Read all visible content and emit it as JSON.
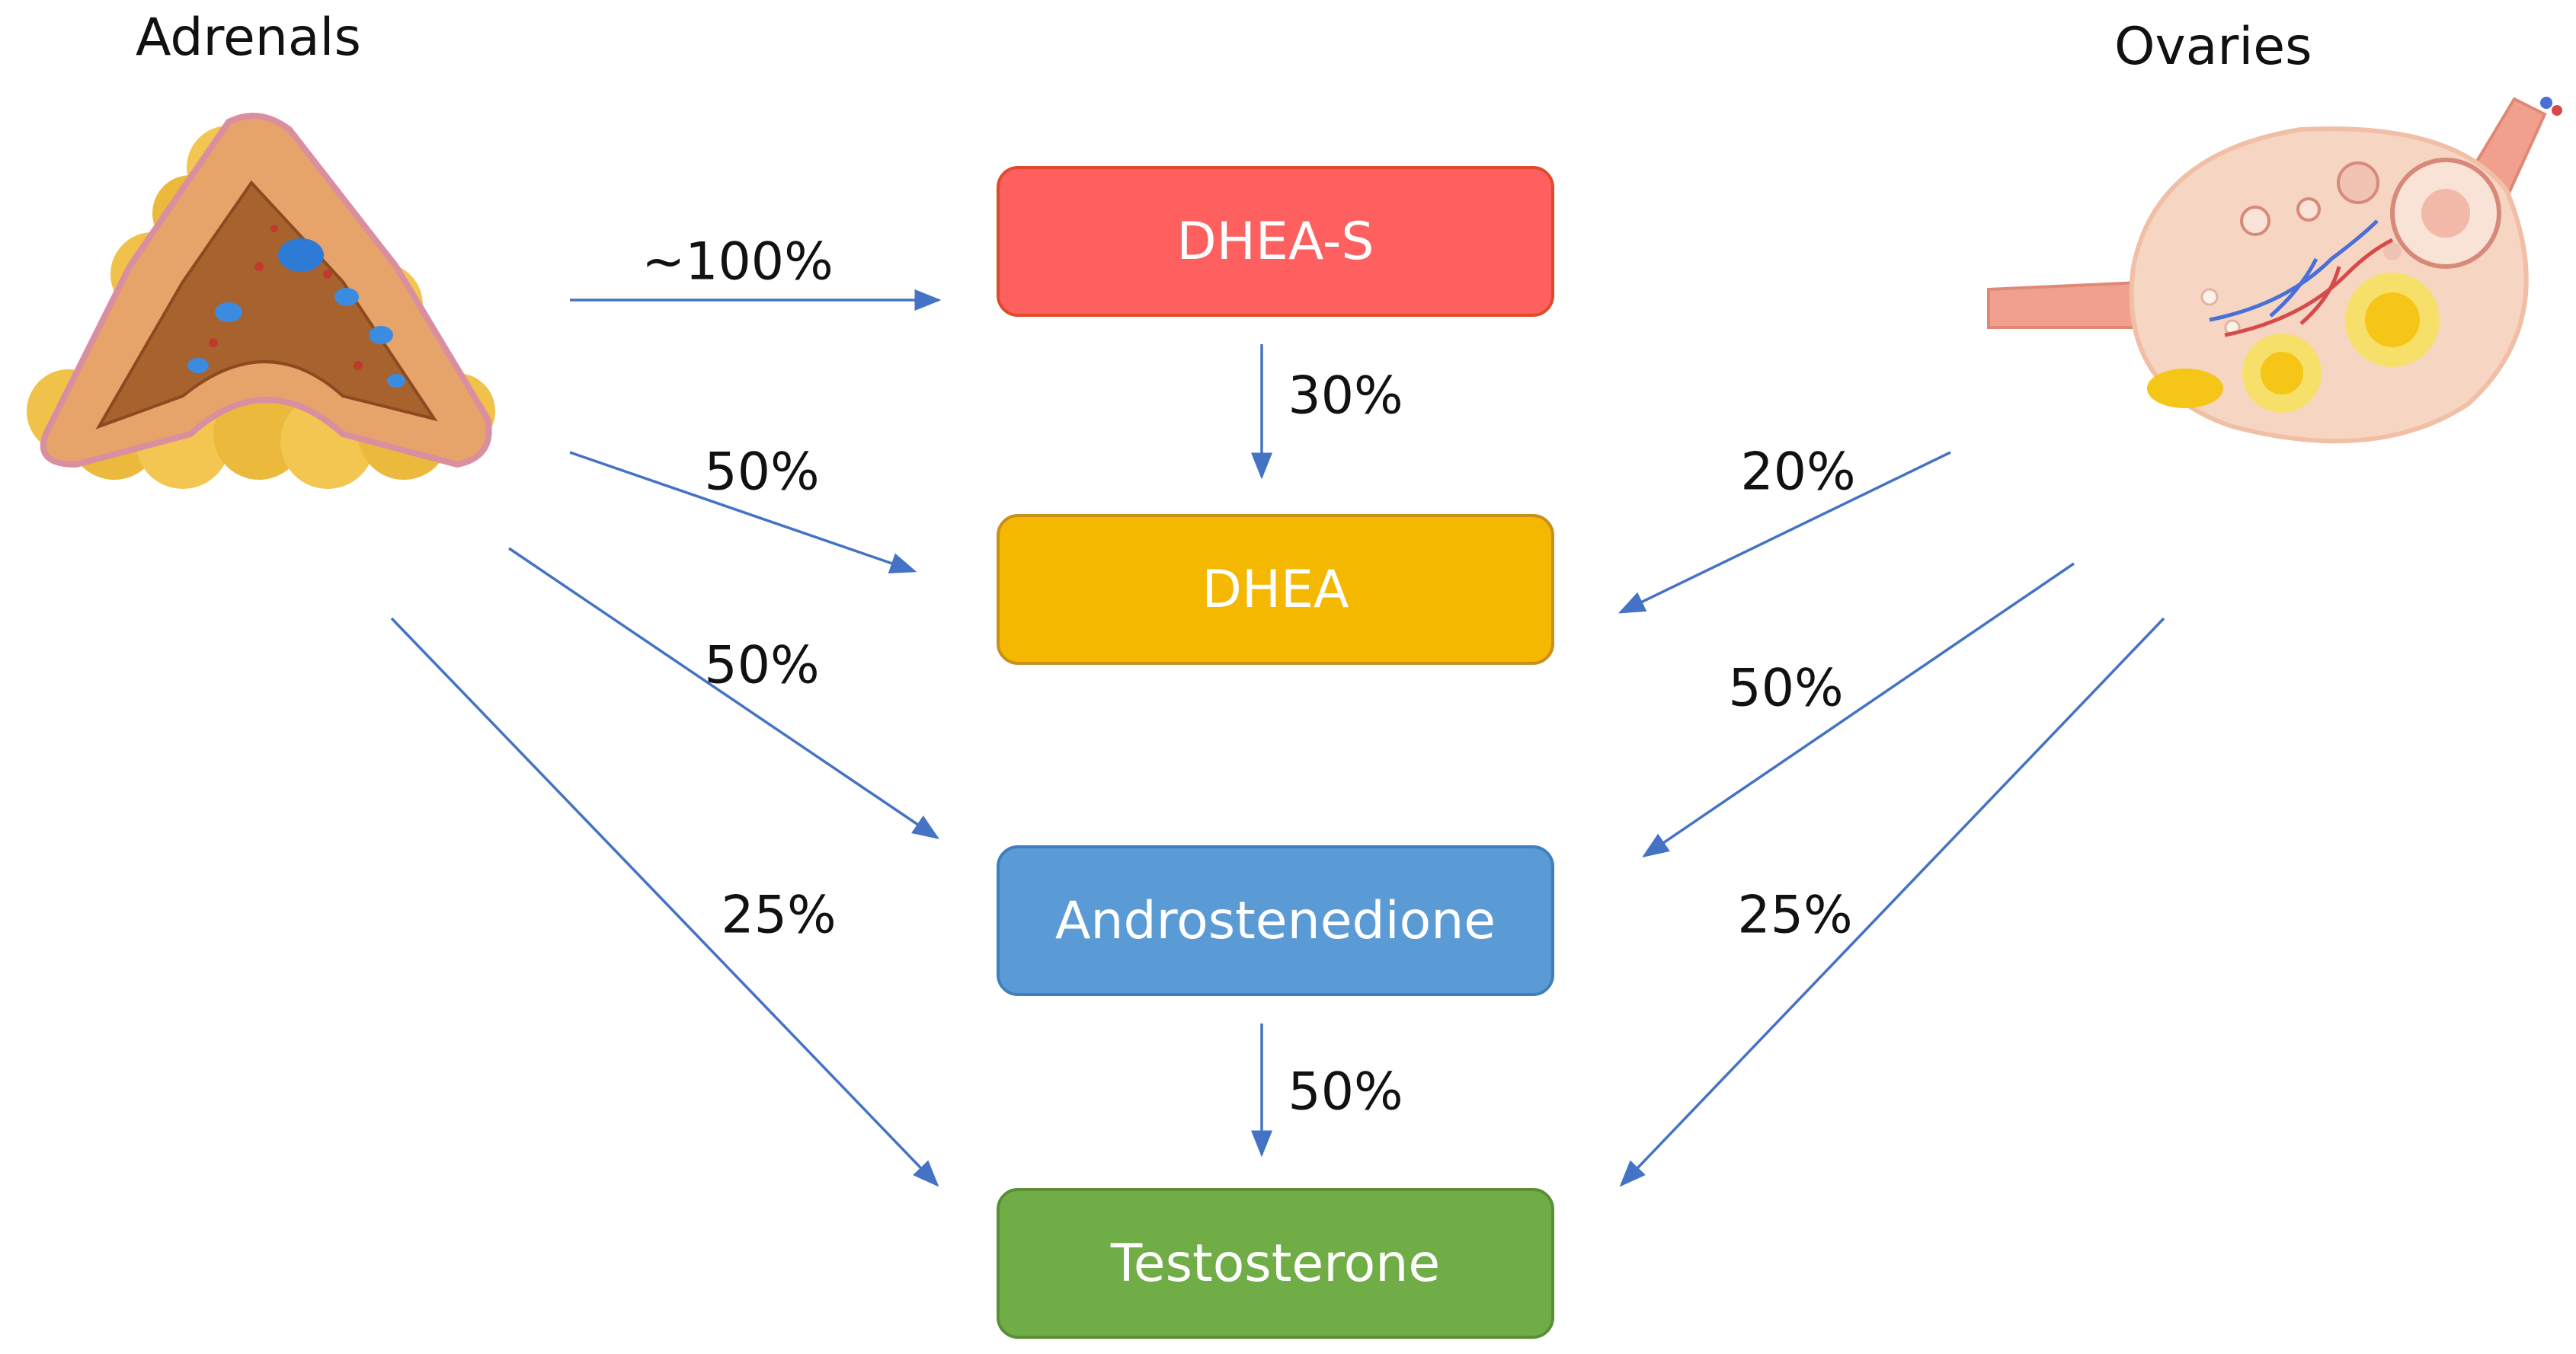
{
  "sources": {
    "adrenals": "Adrenals",
    "ovaries": "Ovaries"
  },
  "hormones": {
    "dhea_s": "DHEA-S",
    "dhea": "DHEA",
    "androstenedione": "Androstenedione",
    "testosterone": "Testosterone"
  },
  "colors": {
    "dhea_s": "#fe5f5f",
    "dhea": "#f4b800",
    "androstenedione": "#5b9bd5",
    "testosterone": "#70ad47",
    "arrow": "#4472c4"
  },
  "flows": {
    "adrenals_to_dhea_s": "~100%",
    "adrenals_to_dhea": "50%",
    "adrenals_to_androstenedione": "50%",
    "adrenals_to_testosterone": "25%",
    "dhea_s_to_dhea": "30%",
    "androstenedione_to_testosterone": "50%",
    "ovaries_to_dhea": "20%",
    "ovaries_to_androstenedione": "50%",
    "ovaries_to_testosterone": "25%"
  }
}
